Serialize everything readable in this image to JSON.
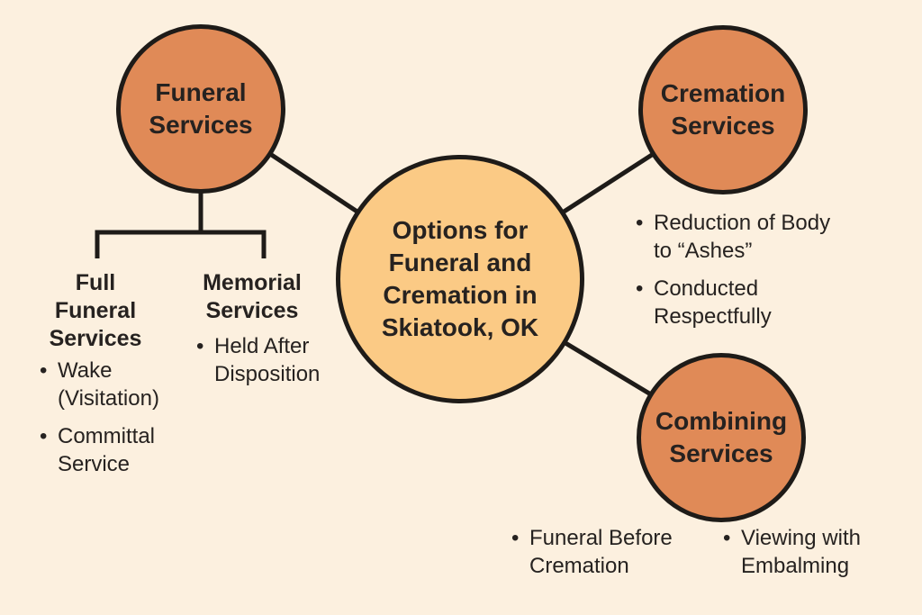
{
  "center_node": {
    "label": "Options for Funeral and Cremation in Skiatook, OK"
  },
  "nodes": {
    "funeral": {
      "label": "Funeral Services"
    },
    "cremation": {
      "label": "Cremation Services"
    },
    "combining": {
      "label": "Combining Services"
    }
  },
  "funeral_children": {
    "full": {
      "heading": "Full Funeral Services",
      "bullets": [
        "Wake (Visitation)",
        "Committal Service"
      ]
    },
    "memorial": {
      "heading": "Memorial Services",
      "bullets": [
        "Held After Disposition"
      ]
    }
  },
  "cremation_bullets": [
    "Reduction of Body to “Ashes”",
    "Conducted Respectfully"
  ],
  "combining_bullets": [
    "Funeral Before Cremation",
    "Viewing with Embalming"
  ],
  "bullet_glyph": "•",
  "colors": {
    "background": "#FCF0DF",
    "node_fill": "#E08A57",
    "center_fill": "#FBCA85",
    "line_stroke": "#1E1B18",
    "text": "#262220"
  }
}
